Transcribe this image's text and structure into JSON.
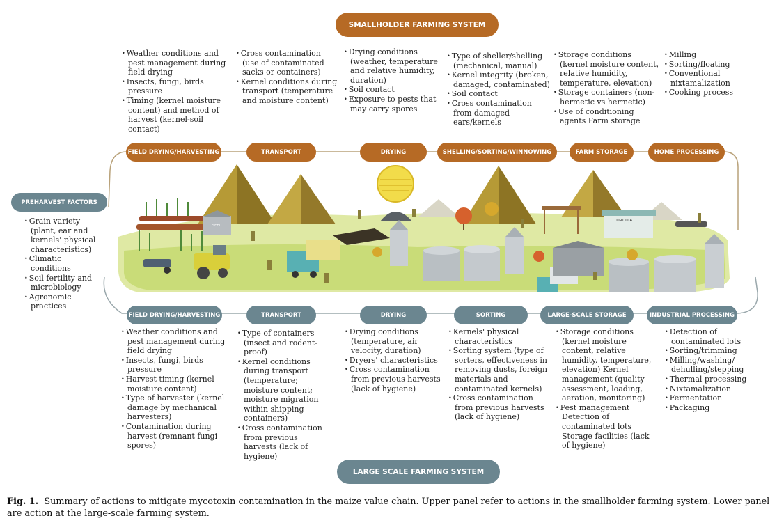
{
  "titles": {
    "smallholder": "SMALLHOLDER FARMING SYSTEM",
    "large_scale": "LARGE SCALE FARMING SYSTEM",
    "preharvest": "PREHARVEST FACTORS"
  },
  "colors": {
    "smallholder_accent": "#b66a25",
    "large_scale_accent": "#6b8690",
    "landscape_green": "#c9dc78",
    "mountain": "#b69a36"
  },
  "upper_stages": [
    "FIELD DRYING/HARVESTING",
    "TRANSPORT",
    "DRYING",
    "SHELLING/SORTING/WINNOWING",
    "FARM STORAGE",
    "HOME PROCESSING"
  ],
  "lower_stages": [
    "FIELD DRYING/HARVESTING",
    "TRANSPORT",
    "DRYING",
    "SORTING",
    "LARGE-SCALE STORAGE",
    "INDUSTRIAL PROCESSING"
  ],
  "upper_lists": [
    [
      "Weather conditions and pest management during field drying",
      "Insects, fungi, birds pressure",
      "Timing (kernel moisture content) and method of harvest (kernel-soil contact)"
    ],
    [
      "Cross contamination (use of contaminated sacks or containers)",
      "Kernel conditions during transport (temperature and moisture content)"
    ],
    [
      "Drying conditions (weather, temperature and relative humidity, duration)",
      "Soil contact",
      "Exposure to pests that may carry spores"
    ],
    [
      "Type of sheller/shelling (mechanical, manual)",
      "Kernel integrity (broken, damaged, contaminated)",
      "Soil contact",
      "Cross contamination from damaged ears/kernels"
    ],
    [
      "Storage conditions (kernel moisture content, relative humidity, temperature, elevation)",
      "Storage containers (non-hermetic vs hermetic)",
      "Use of conditioning agents Farm storage"
    ],
    [
      "Milling",
      "Sorting/floating",
      "Conventional nixtamalization",
      "Cooking process"
    ]
  ],
  "preharvest_list": [
    "Grain variety (plant, ear and kernels' physical characteristics)",
    "Climatic conditions",
    "Soil fertility and microbiology",
    "Agronomic practices"
  ],
  "lower_lists": [
    [
      "Weather conditions and pest management during field drying",
      "Insects, fungi, birds pressure",
      "Harvest timing (kernel moisture content)",
      "Type of harvester (kernel damage by mechanical harvesters)",
      "Contamination during harvest (remnant fungi spores)"
    ],
    [
      "Type of containers (insect and rodent-proof)",
      "Kernel conditions during transport (temperature; moisture content; moisture migration within shipping containers)",
      "Cross contamination from previous harvests (lack of hygiene)"
    ],
    [
      "Drying conditions (temperature, air velocity, duration)",
      "Dryers' characteristics",
      "Cross contamination from previous harvests (lack of hygiene)"
    ],
    [
      "Kernels' physical characteristics",
      "Sorting system (type of sorters, effectiveness in removing dusts, foreign materials and contaminated kernels)",
      "Cross contamination from previous harvests (lack of hygiene)"
    ],
    [
      "Storage conditions (kernel moisture content, relative humidity, temperature, elevation) Kernel management (quality assessment, loading, aeration, monitoring)",
      "Pest management Detection of contaminated lots Storage facilities (lack of hygiene)"
    ],
    [
      "Detection of contaminated lots",
      "Sorting/trimming",
      "Milling/washing/ dehulling/stepping",
      "Thermal processing",
      "Nixtamalization",
      "Fermentation",
      "Packaging"
    ]
  ],
  "illustration_labels": {
    "seed_sign": "SEED",
    "tortilla_sign": "TORTILLA"
  },
  "caption": {
    "label": "Fig. 1.",
    "text": "Summary of actions to mitigate mycotoxin contamination in the maize value chain. Upper panel refer to actions in the smallholder farming system. Lower panel are action at the large-scale farming system."
  }
}
